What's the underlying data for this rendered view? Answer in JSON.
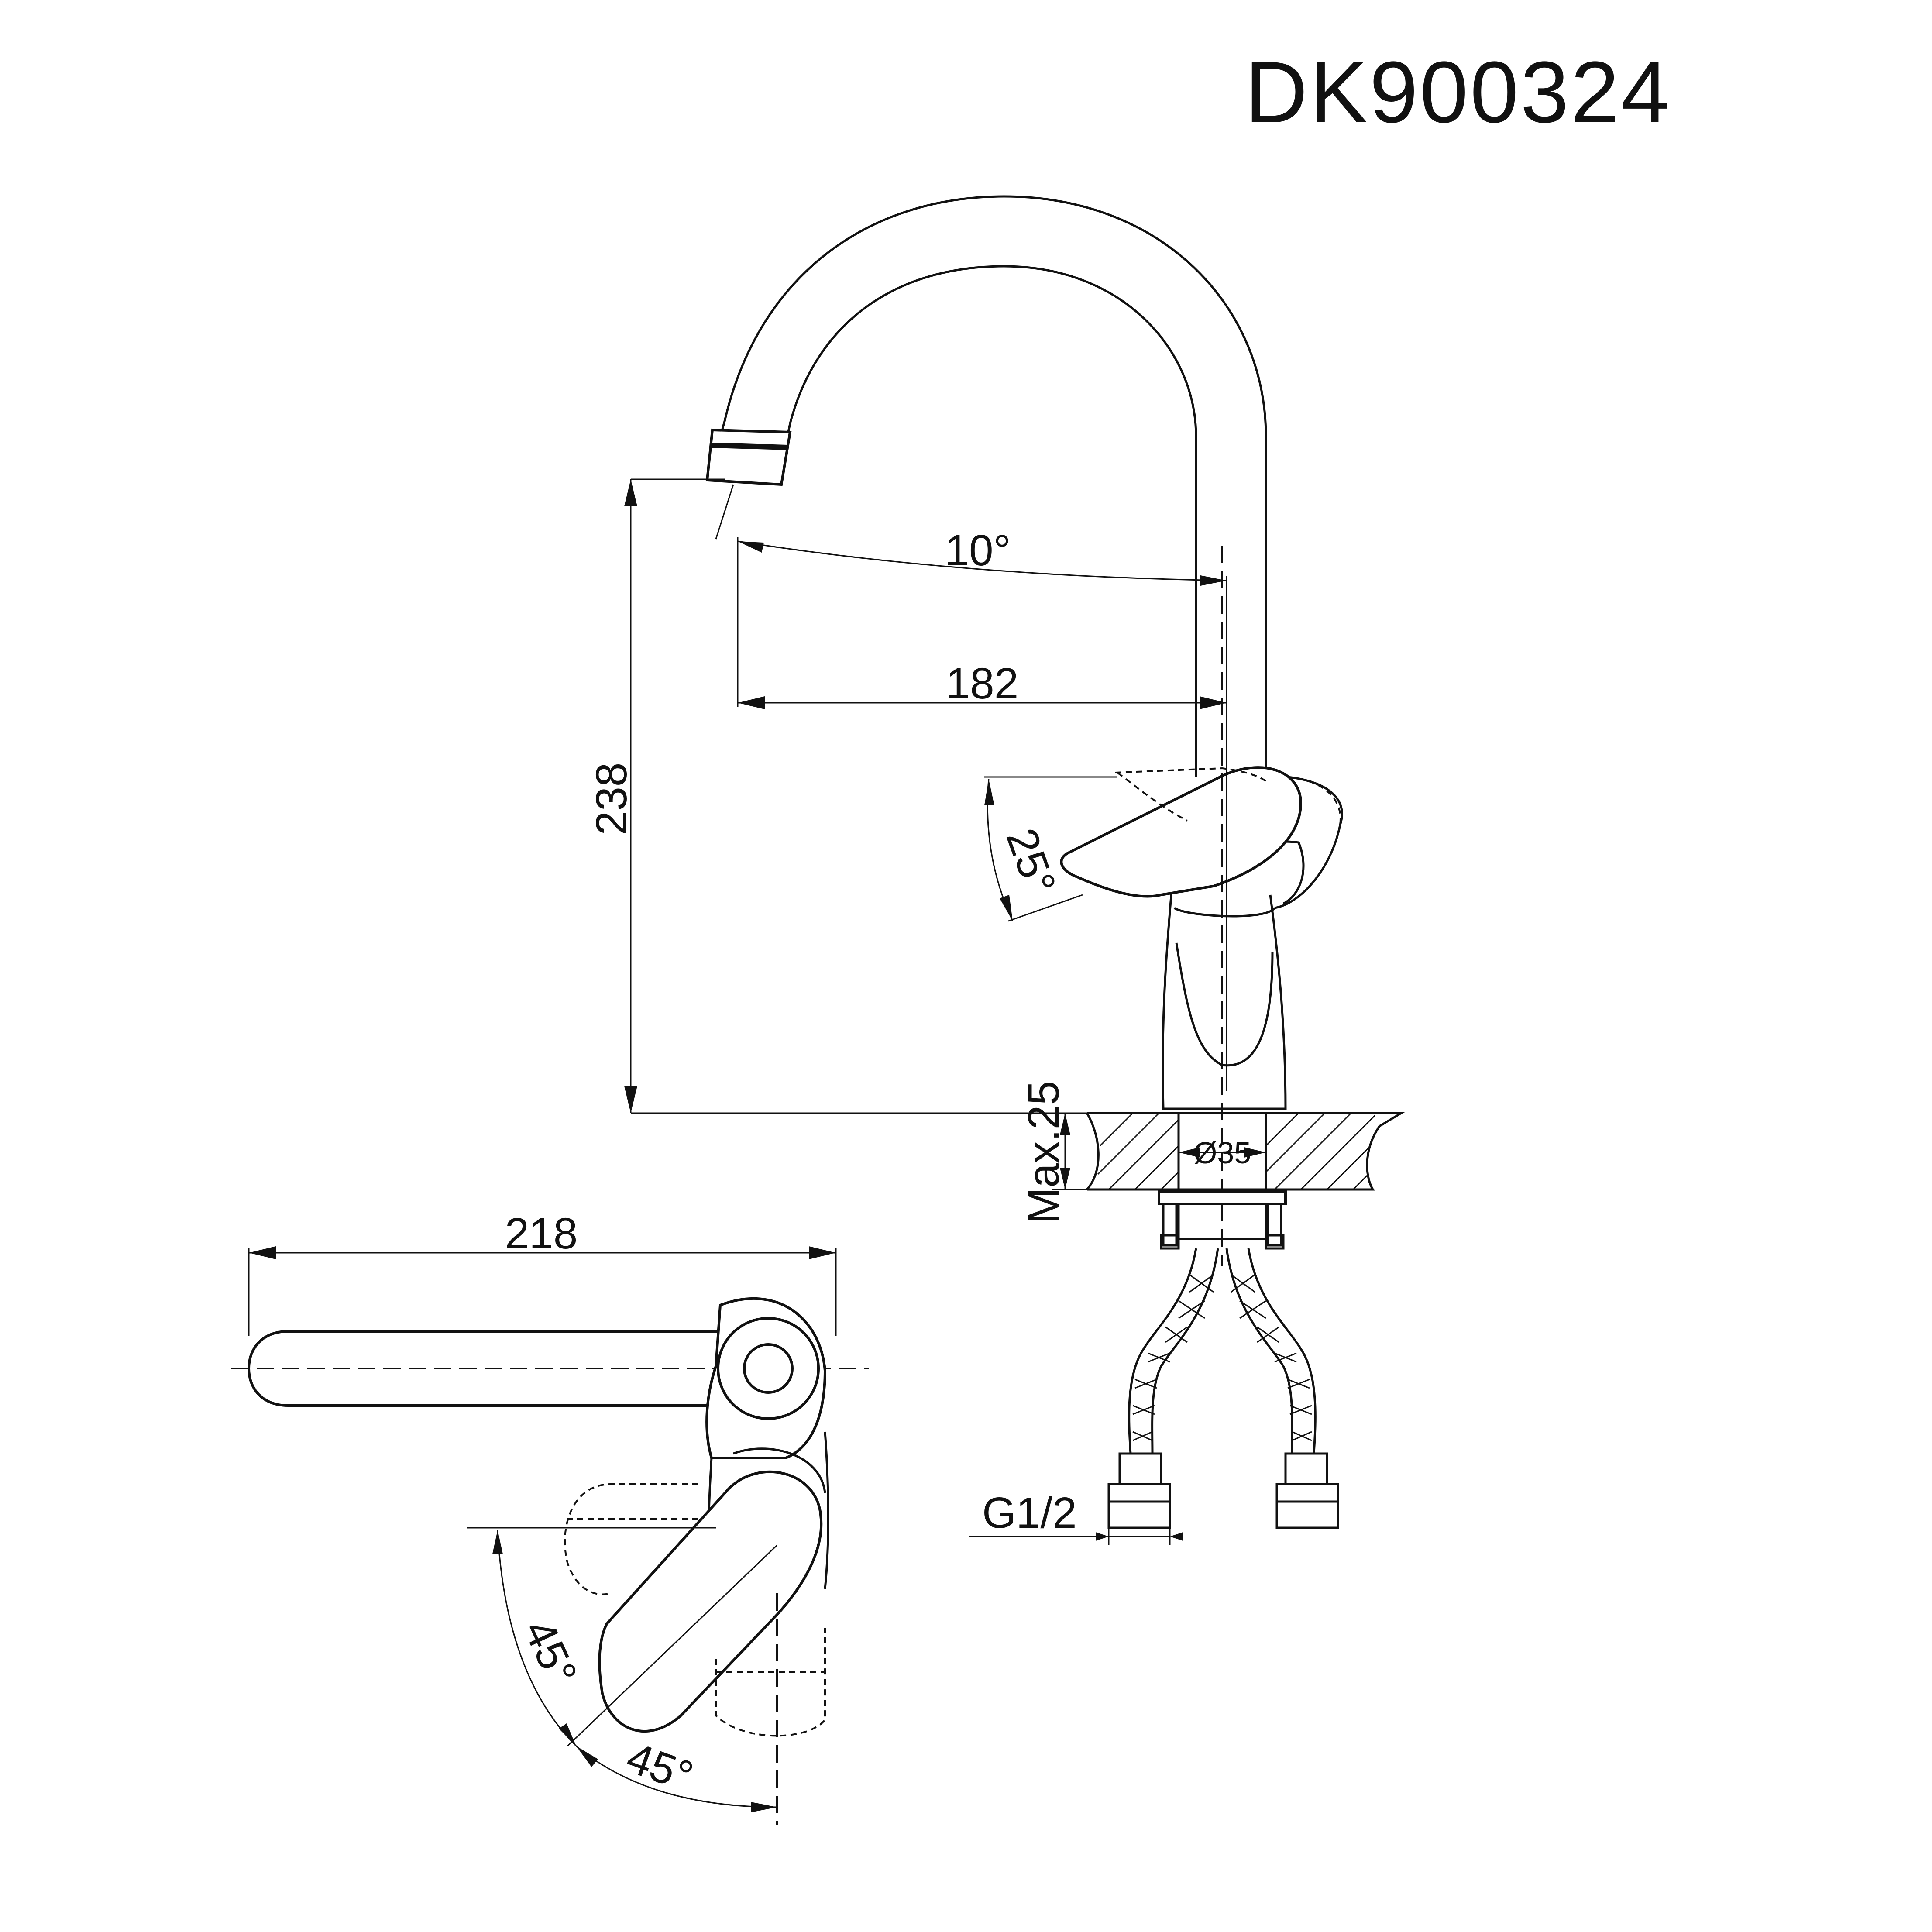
{
  "model": "DK900324",
  "dimensions": {
    "spout_angle": "10°",
    "reach": "182",
    "height": "238",
    "lever_tilt": "25°",
    "max_deck": "Max.25",
    "hole_diameter": "Ø35",
    "lever_length": "218",
    "connection": "G1/2",
    "rotation_left": "45°",
    "rotation_right": "45°"
  }
}
